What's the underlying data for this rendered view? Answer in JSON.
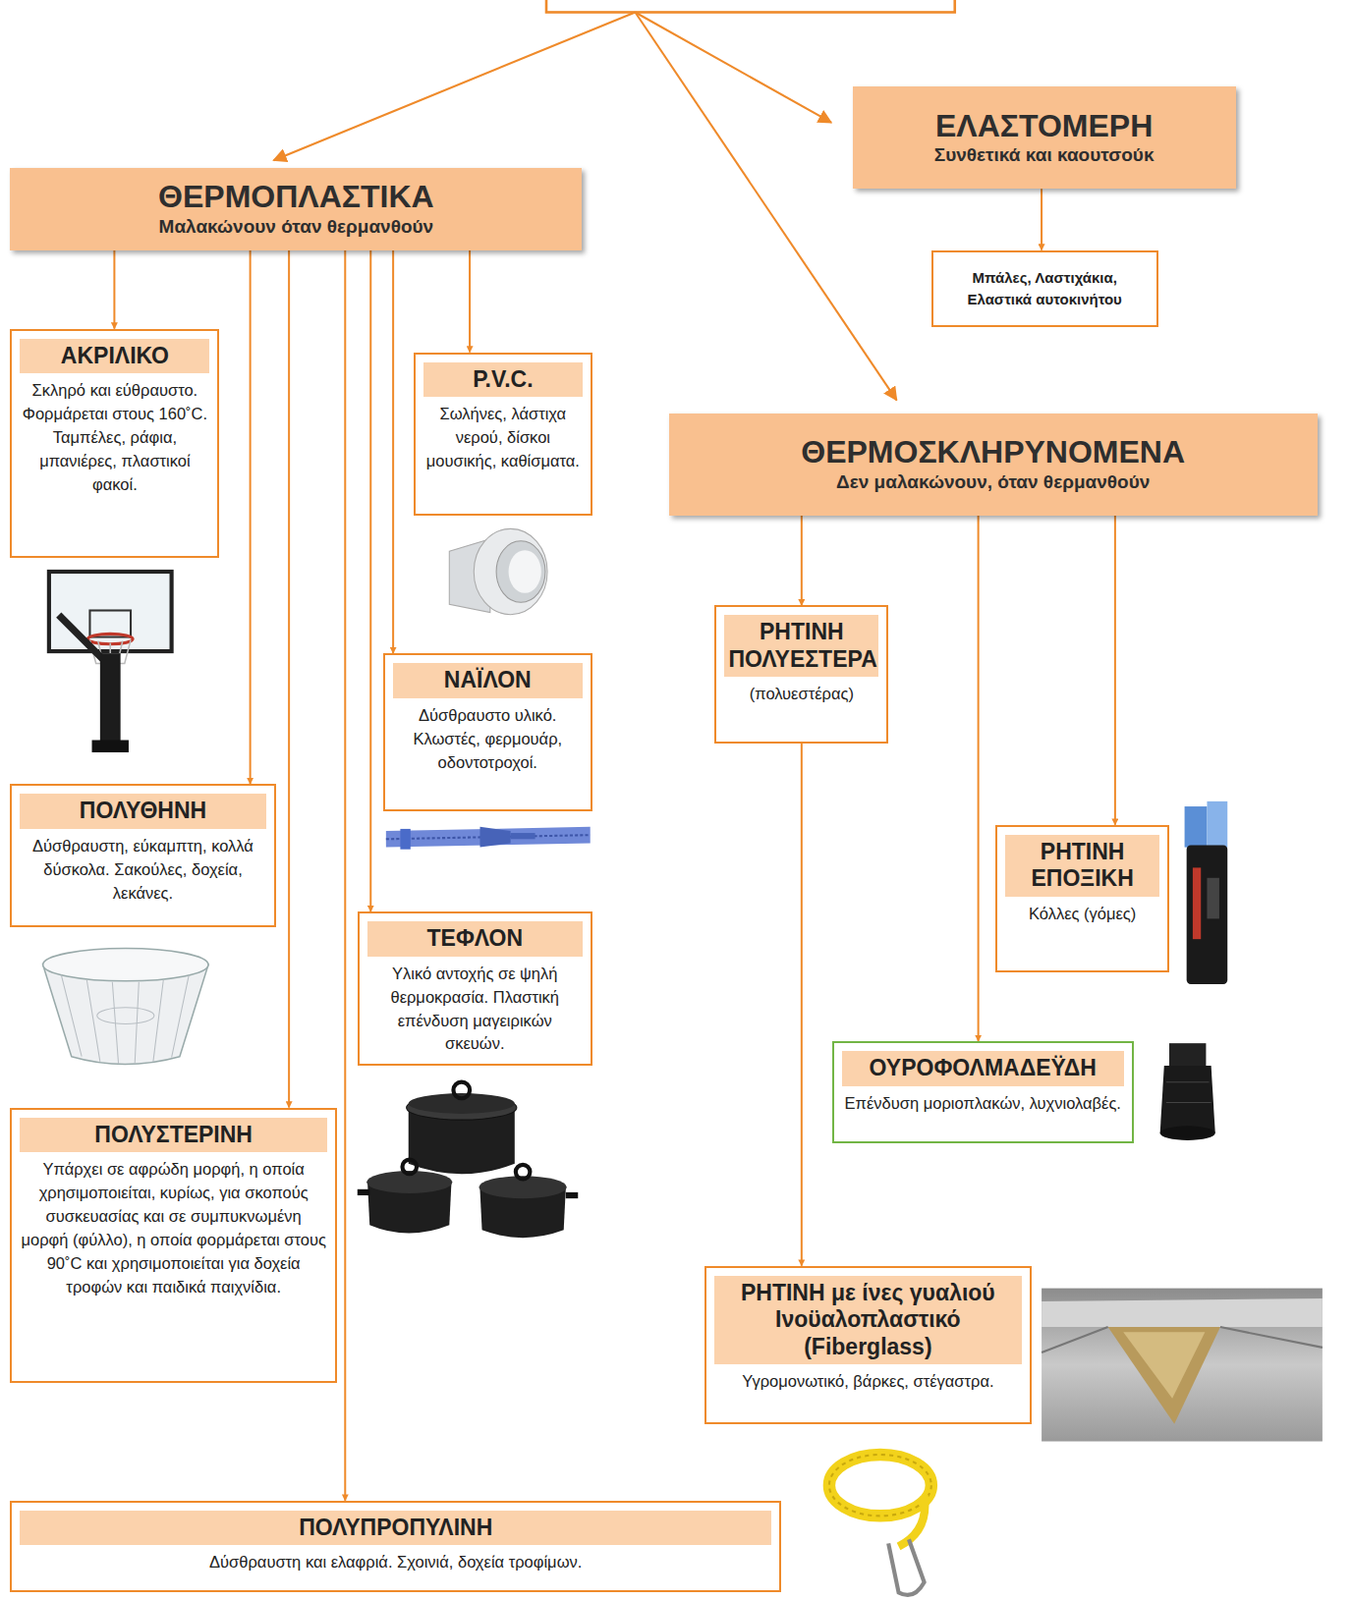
{
  "diagram": {
    "nodes": [
      {
        "text": [
          "ΘΕΡΜΟΠΛΑΣΤΙΚΑ",
          "Μαλακώνουν όταν θερμανθούν"
        ]
      },
      {
        "text": [
          "ΕΛΑΣΤΟΜΕΡΗ",
          "Συνθετικά και καουτσούκ"
        ]
      },
      {
        "text": [
          "Μπάλες, Λαστιχάκια, Ελαστικά αυτοκινήτου"
        ]
      },
      {
        "text": [
          "ΑΚΡΙΛΙΚΟ",
          "Σκληρό και εύθραυστο. Φορμάρεται στους 160˚C. Ταμπέλες, ράφια, μπανιέρες, πλαστικοί φακοί."
        ]
      },
      {
        "text": [
          "P.V.C.",
          "Σωλήνες, λάστιχα νερού, δίσκοι μουσικής, καθίσματα."
        ]
      },
      {
        "text": [
          "ΘΕΡΜΟΣΚΛΗΡΥΝΟΜΕΝΑ",
          "Δεν μαλακώνουν, όταν θερμανθούν"
        ]
      },
      {
        "text": [
          "ΝΑΪΛΟΝ",
          "Δύσθραυστο υλικό. Κλωστές, φερμουάρ, οδοντοτροχοί."
        ]
      },
      {
        "text": [
          "ΡΗΤΙΝΗ ΠΟΛΥΕΣΤΕΡΑ",
          "(πολυεστέρας)"
        ]
      },
      {
        "text": [
          "ΠΟΛΥΘΗΝΗ",
          "Δύσθραυστη, εύκαμπτη, κολλά δύσκολα. Σακούλες, δοχεία, λεκάνες."
        ]
      },
      {
        "text": [
          "ΡΗΤΙΝΗ ΕΠΟΞΙΚΗ",
          "Κόλλες (γόμες)"
        ]
      },
      {
        "text": [
          "ΤΕΦΛΟΝ",
          "Υλικό αντοχής σε ψηλή θερμοκρασία. Πλαστική επένδυση μαγειρικών σκευών."
        ]
      },
      {
        "text": [
          "ΟΥΡΟΦΟΛΜΑΔΕΫΔΗ",
          "Επένδυση μοριοπλακών, λυχνιολαβές."
        ]
      },
      {
        "text": [
          "ΠΟΛΥΣΤΕΡΙΝΗ",
          "Υπάρχει σε αφρώδη μορφή, η οποία χρησιμοποιείται, κυρίως, για σκοπούς συσκευασίας και σε συμπυκνωμένη μορφή (φύλλο), η οποία φορμάρεται στους 90˚C και χρησιμοποιείται για δοχεία τροφών και παιδικά παιχνίδια."
        ]
      },
      {
        "text": [
          "ΡΗΤΙΝΗ με ίνες γυαλιού Ινοϋαλοπλαστικό (Fiberglass)",
          "Υγρομονωτικό, βάρκες, στέγαστρα."
        ]
      },
      {
        "text": [
          "ΠΟΛΥΠΡΟΠΥΛΙΝΗ",
          "Δύσθραυστη και ελαφριά. Σχοινιά, δοχεία τροφίμων."
        ]
      }
    ],
    "edges": [
      {
        "from": 0,
        "to": 3,
        "arrow": "to"
      },
      {
        "from": 0,
        "to": 8,
        "arrow": "to"
      },
      {
        "from": 0,
        "to": 12,
        "arrow": "to"
      },
      {
        "from": 0,
        "to": 14,
        "arrow": "to"
      },
      {
        "from": 0,
        "to": 10,
        "arrow": "to"
      },
      {
        "from": 0,
        "to": 6,
        "arrow": "to"
      },
      {
        "from": 0,
        "to": 4,
        "arrow": "to"
      },
      {
        "from": 1,
        "to": 2,
        "arrow": "to"
      },
      {
        "from": 5,
        "to": 7,
        "arrow": "to"
      },
      {
        "from": 5,
        "to": 11,
        "arrow": "to"
      },
      {
        "from": 5,
        "to": 9,
        "arrow": "to"
      },
      {
        "from": 7,
        "to": 13,
        "arrow": "to"
      }
    ]
  }
}
